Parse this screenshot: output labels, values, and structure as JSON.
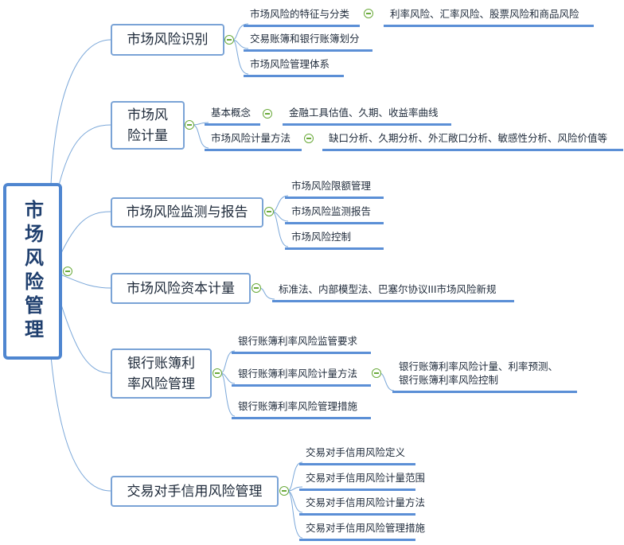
{
  "root": {
    "label": "市场风险管理"
  },
  "branches": [
    {
      "label": "市场风险识别",
      "children": [
        {
          "label": "市场风险的特征与分类",
          "detail": "利率风险、汇率风险、股票风险和商品风险"
        },
        {
          "label": "交易账簿和银行账簿划分"
        },
        {
          "label": "市场风险管理体系"
        }
      ]
    },
    {
      "label": "市场风险计量",
      "children": [
        {
          "label": "基本概念",
          "detail": "金融工具估值、久期、收益率曲线"
        },
        {
          "label": "市场风险计量方法",
          "detail": "缺口分析、久期分析、外汇敞口分析、敏感性分析、风险价值等"
        }
      ]
    },
    {
      "label": "市场风险监测与报告",
      "children": [
        {
          "label": "市场风险限额管理"
        },
        {
          "label": "市场风险监测报告"
        },
        {
          "label": "市场风险控制"
        }
      ]
    },
    {
      "label": "市场风险资本计量",
      "children": [
        {
          "label": "标准法、内部模型法、巴塞尔协议III市场风险新规"
        }
      ]
    },
    {
      "label": "银行账簿利率风险管理",
      "children": [
        {
          "label": "银行账簿利率风险监管要求"
        },
        {
          "label": "银行账簿利率风险计量方法",
          "detail_lines": [
            "银行账簿利率风险计量、利率预测、",
            "银行账簿利率风险控制"
          ]
        },
        {
          "label": "银行账簿利率风险管理措施"
        }
      ]
    },
    {
      "label": "交易对手信用风险管理",
      "children": [
        {
          "label": "交易对手信用风险定义"
        },
        {
          "label": "交易对手信用风险计量范围"
        },
        {
          "label": "交易对手信用风险计量方法"
        },
        {
          "label": "交易对手信用风险管理措施"
        }
      ]
    }
  ],
  "colors": {
    "border": "#4f86d0",
    "underline": "#5b8fd6",
    "toggle": "#6aaa3a"
  }
}
